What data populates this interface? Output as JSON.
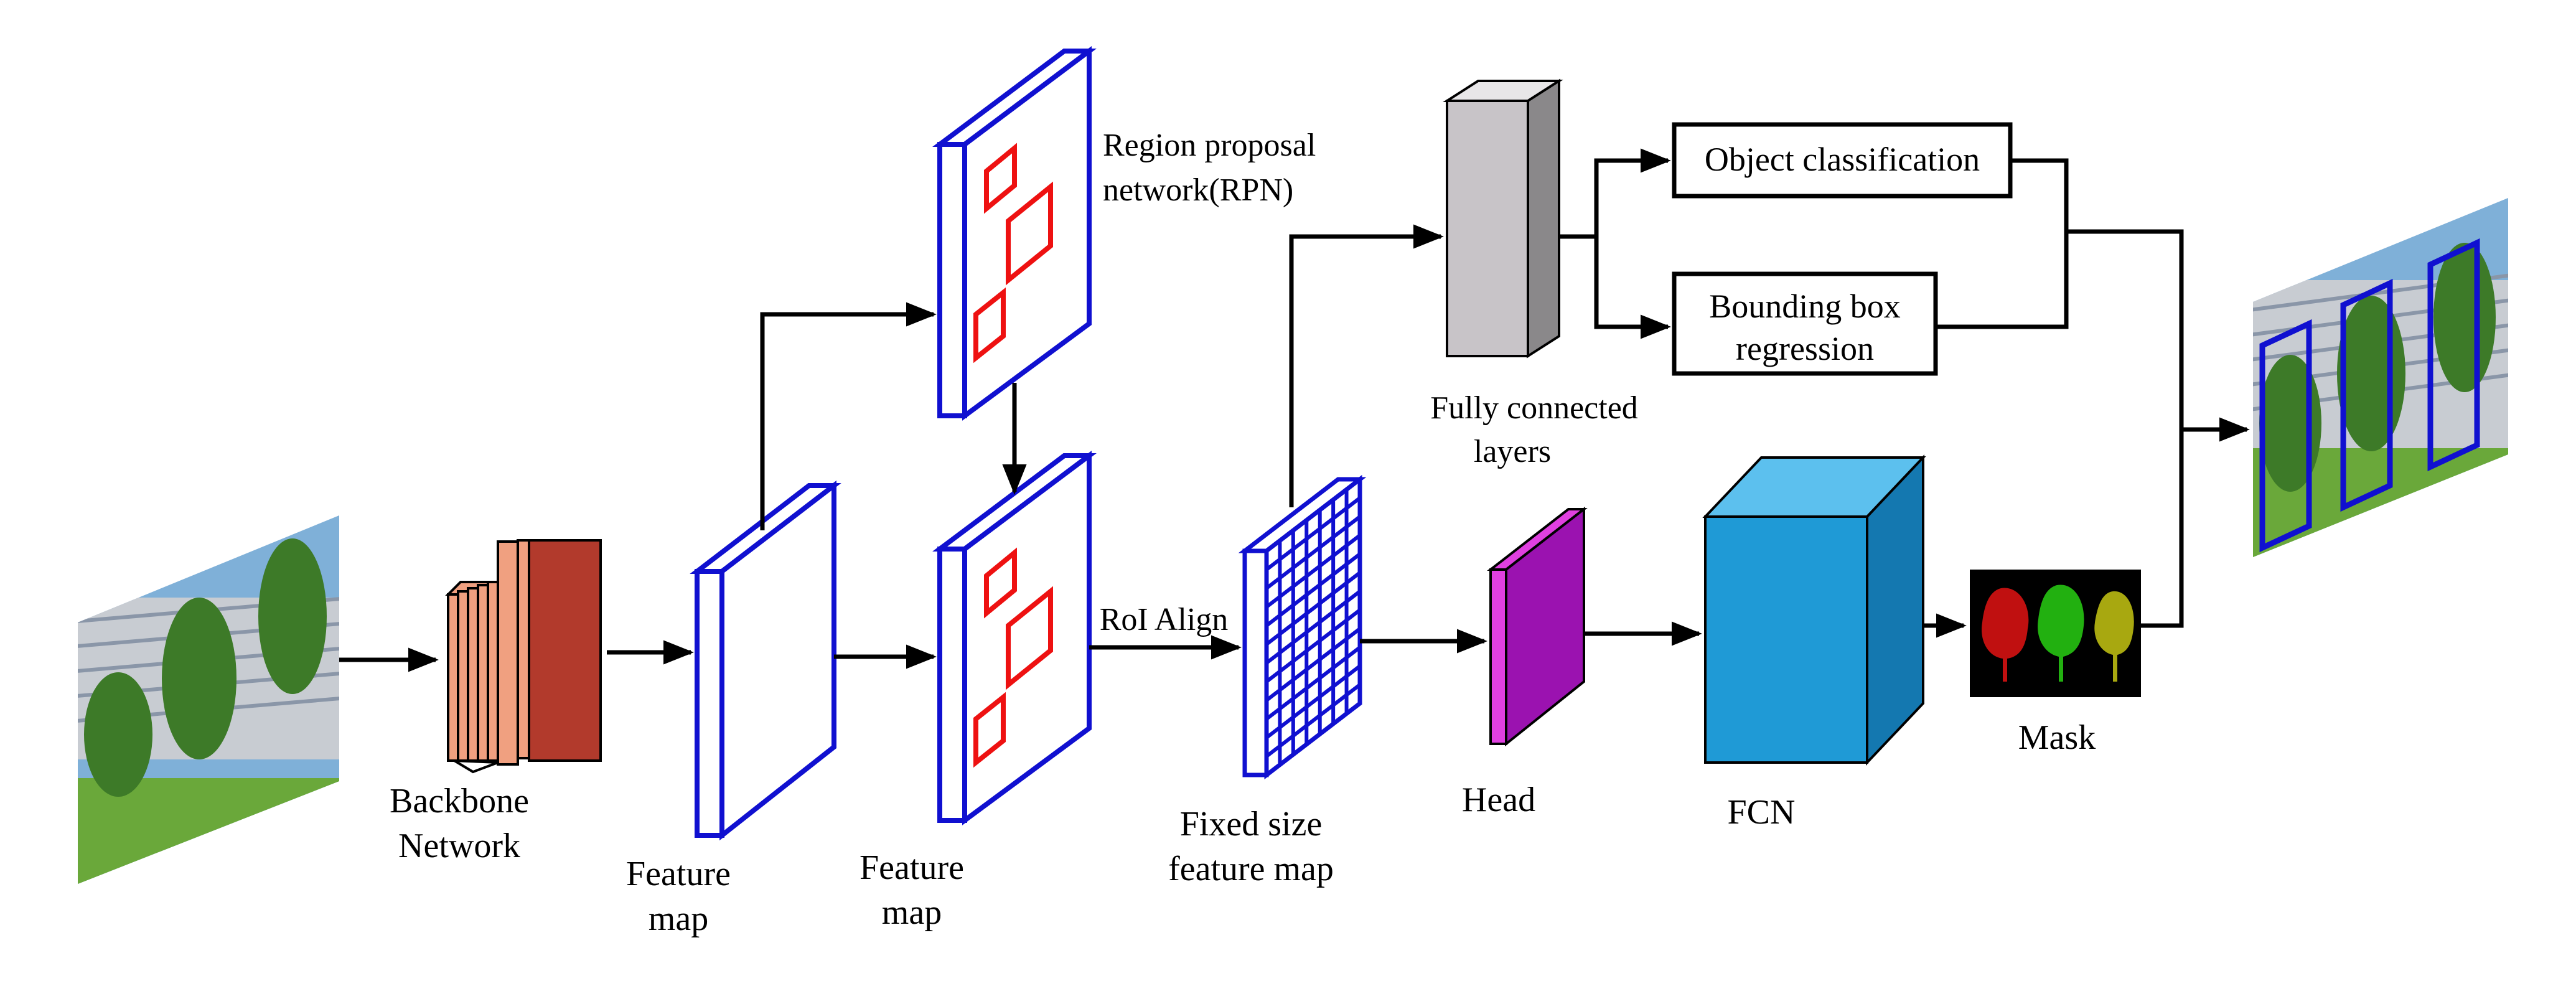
{
  "labels": {
    "backbone_line1": "Backbone",
    "backbone_line2": "Network",
    "feature_map1_line1": "Feature",
    "feature_map1_line2": "map",
    "feature_map2_line1": "Feature",
    "feature_map2_line2": "map",
    "rpn_line1": "Region proposal",
    "rpn_line2": "network(RPN)",
    "roi_align": "RoI Align",
    "fixed_line1": "Fixed size",
    "fixed_line2": "feature map",
    "fc_line1": "Fully connected",
    "fc_line2": "layers",
    "head": "Head",
    "fcn": "FCN",
    "mask": "Mask"
  },
  "boxes": {
    "object_classification": "Object classification",
    "bbox_line1": "Bounding box",
    "bbox_line2": "regression"
  },
  "colors": {
    "feature_map_border": "#1010d0",
    "proposal_box": "#ee1111",
    "backbone_front": "#b23a2c",
    "backbone_slices": "#f0a080",
    "fc_front": "#c8c4c8",
    "fc_top": "#e8e6e8",
    "fc_side": "#8a888a",
    "head_front": "#9b12b0",
    "head_side": "#e040e0",
    "fcn_front": "#1f9ad6",
    "fcn_top": "#5cc0ee",
    "fcn_side": "#1478b0",
    "mask_bg": "#000000",
    "mask_red": "#c01010",
    "mask_green": "#22b010",
    "mask_yellow": "#a8a810",
    "sky": "#7fb0d8",
    "grass": "#6aa83a",
    "tree": "#3d7a28",
    "building": "#c8ccd2"
  },
  "icons": {
    "input_image": "building-photo-icon",
    "output_image": "building-photo-detected-icon",
    "mask_image": "tree-mask-icon"
  }
}
